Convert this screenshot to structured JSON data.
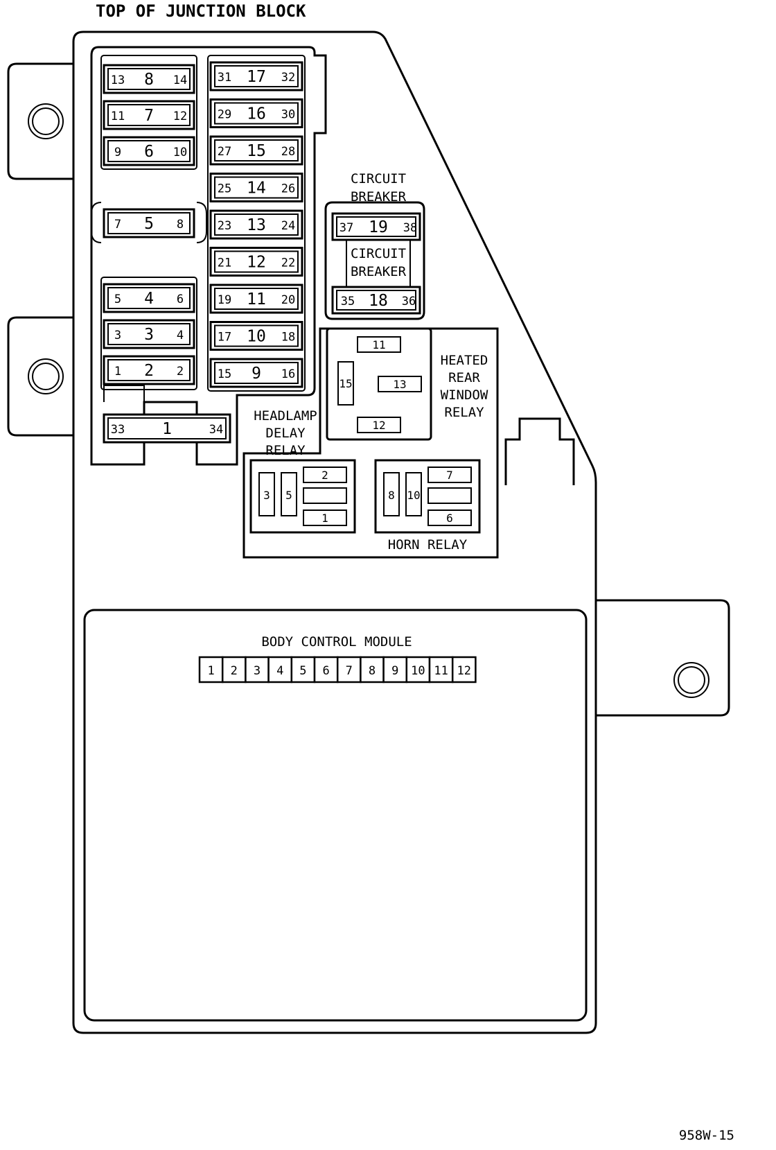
{
  "header": {
    "title": "TOP OF JUNCTION BLOCK"
  },
  "footer": {
    "code": "958W-15"
  },
  "fuses_left": [
    {
      "num": "8",
      "left": "13",
      "right": "14"
    },
    {
      "num": "7",
      "left": "11",
      "right": "12"
    },
    {
      "num": "6",
      "left": "9",
      "right": "10"
    },
    {
      "num": "5",
      "left": "7",
      "right": "8"
    },
    {
      "num": "4",
      "left": "5",
      "right": "6"
    },
    {
      "num": "3",
      "left": "3",
      "right": "4"
    },
    {
      "num": "2",
      "left": "1",
      "right": "2"
    },
    {
      "num": "1",
      "left": "33",
      "right": "34"
    }
  ],
  "fuses_right": [
    {
      "num": "17",
      "left": "31",
      "right": "32"
    },
    {
      "num": "16",
      "left": "29",
      "right": "30"
    },
    {
      "num": "15",
      "left": "27",
      "right": "28"
    },
    {
      "num": "14",
      "left": "25",
      "right": "26"
    },
    {
      "num": "13",
      "left": "23",
      "right": "24"
    },
    {
      "num": "12",
      "left": "21",
      "right": "22"
    },
    {
      "num": "11",
      "left": "19",
      "right": "20"
    },
    {
      "num": "10",
      "left": "17",
      "right": "18"
    },
    {
      "num": "9",
      "left": "15",
      "right": "16"
    }
  ],
  "breakers": [
    {
      "label1": "CIRCUIT",
      "label2": "BREAKER",
      "num": "19",
      "left": "37",
      "right": "38"
    },
    {
      "label1": "CIRCUIT",
      "label2": "BREAKER",
      "num": "18",
      "left": "35",
      "right": "36"
    }
  ],
  "heated_rear_window_relay": {
    "label_lines": [
      "HEATED",
      "REAR",
      "WINDOW",
      "RELAY"
    ],
    "terminals": [
      "11",
      "15",
      "13",
      "12"
    ]
  },
  "headlamp_delay_relay": {
    "label_lines": [
      "HEADLAMP",
      "DELAY",
      "RELAY"
    ],
    "terminals": [
      "3",
      "5",
      "2",
      "1"
    ]
  },
  "horn_relay": {
    "label": "HORN RELAY",
    "terminals": [
      "8",
      "10",
      "7",
      "6"
    ]
  },
  "body_control_module": {
    "label": "BODY CONTROL MODULE",
    "pins": [
      "1",
      "2",
      "3",
      "4",
      "5",
      "6",
      "7",
      "8",
      "9",
      "10",
      "11",
      "12"
    ]
  }
}
